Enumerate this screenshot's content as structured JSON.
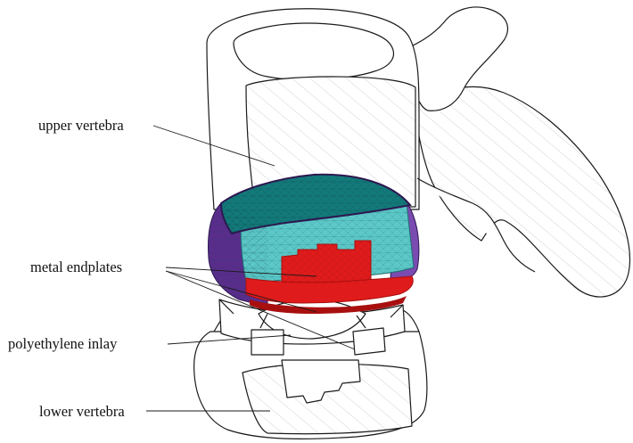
{
  "labels": {
    "upper_vertebra": "upper vertebra",
    "metal_endplates": "metal endplates",
    "polyethylene_inlay": "polyethylene inlay",
    "lower_vertebra": "lower vertebra"
  },
  "colors": {
    "outline": "#1a1a1a",
    "hatch": "#c8c8c8",
    "disc_top": "#137a7a",
    "disc_cut_face": "#5cc8c8",
    "disc_rim": "#5a2d8c",
    "disc_rim_side": "#7a4bb0",
    "endplate": "#e01b1b",
    "endplate_dark": "#a80f0f",
    "mesh": "#0d3f44"
  }
}
